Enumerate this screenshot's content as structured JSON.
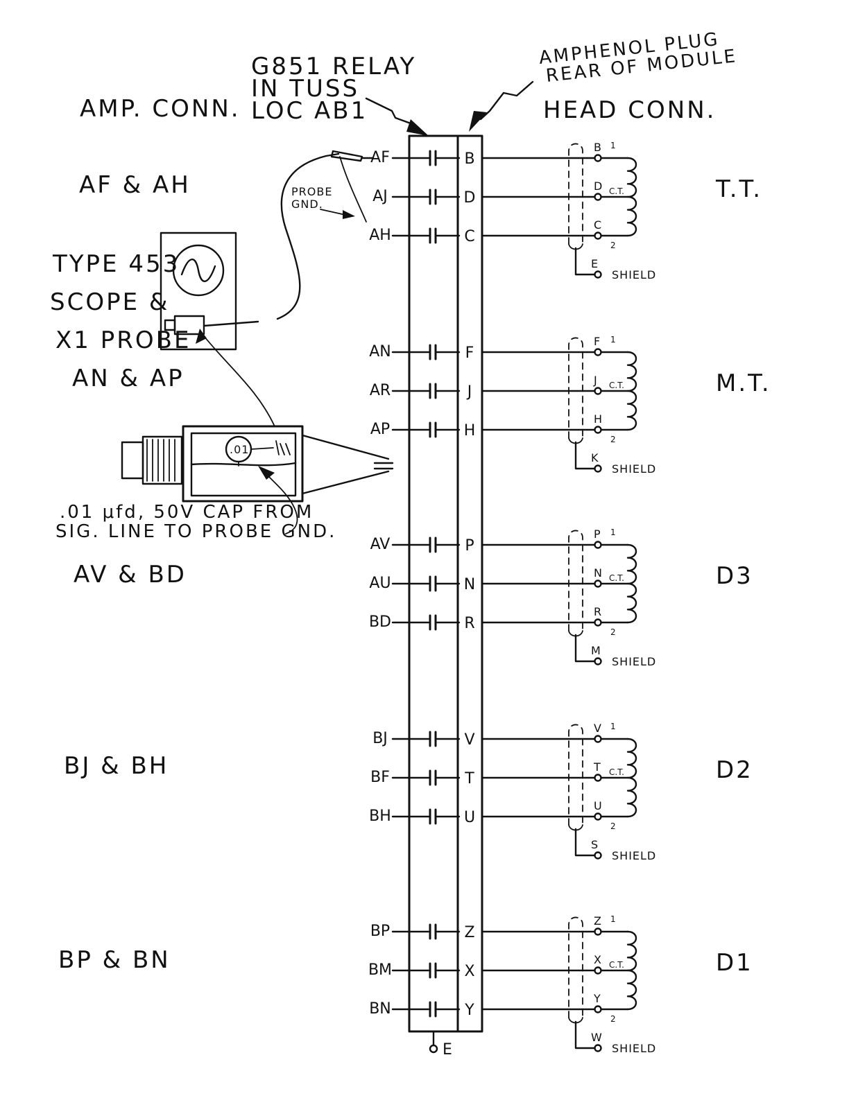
{
  "headers": {
    "amp_conn": "AMP. CONN.",
    "relay": [
      "G851 RELAY",
      "IN TUSS",
      "LOC AB1"
    ],
    "plug": [
      "AMPHENOL PLUG",
      "REAR OF MODULE"
    ],
    "head_conn": "HEAD CONN."
  },
  "scope": {
    "lines": [
      "TYPE 453",
      "SCOPE &",
      "X1 PROBE"
    ],
    "probe_gnd": [
      "PROBE",
      "GND."
    ]
  },
  "cap_note": {
    "lines": [
      ".01 μfd, 50V CAP FROM",
      "SIG. LINE TO PROBE GND."
    ],
    "label": ".01"
  },
  "groups": [
    {
      "amp_label": "AF & AH",
      "head_label": "T.T.",
      "shield_pin": "E",
      "shield_label": "SHIELD",
      "rows": [
        {
          "amp": "AF",
          "plug": "B",
          "head": "B",
          "tap": "1"
        },
        {
          "amp": "AJ",
          "plug": "D",
          "head": "D",
          "tap": "C.T."
        },
        {
          "amp": "AH",
          "plug": "C",
          "head": "C",
          "tap": "2"
        }
      ]
    },
    {
      "amp_label": "AN & AP",
      "head_label": "M.T.",
      "shield_pin": "K",
      "shield_label": "SHIELD",
      "rows": [
        {
          "amp": "AN",
          "plug": "F",
          "head": "F",
          "tap": "1"
        },
        {
          "amp": "AR",
          "plug": "J",
          "head": "J",
          "tap": "C.T."
        },
        {
          "amp": "AP",
          "plug": "H",
          "head": "H",
          "tap": "2"
        }
      ]
    },
    {
      "amp_label": "AV & BD",
      "head_label": "D3",
      "shield_pin": "M",
      "shield_label": "SHIELD",
      "rows": [
        {
          "amp": "AV",
          "plug": "P",
          "head": "P",
          "tap": "1"
        },
        {
          "amp": "AU",
          "plug": "N",
          "head": "N",
          "tap": "C.T."
        },
        {
          "amp": "BD",
          "plug": "R",
          "head": "R",
          "tap": "2"
        }
      ]
    },
    {
      "amp_label": "BJ & BH",
      "head_label": "D2",
      "shield_pin": "S",
      "shield_label": "SHIELD",
      "rows": [
        {
          "amp": "BJ",
          "plug": "V",
          "head": "V",
          "tap": "1"
        },
        {
          "amp": "BF",
          "plug": "T",
          "head": "T",
          "tap": "C.T."
        },
        {
          "amp": "BH",
          "plug": "U",
          "head": "U",
          "tap": "2"
        }
      ]
    },
    {
      "amp_label": "BP & BN",
      "head_label": "D1",
      "shield_pin": "W",
      "shield_label": "SHIELD",
      "rows": [
        {
          "amp": "BP",
          "plug": "Z",
          "head": "Z",
          "tap": "1"
        },
        {
          "amp": "BM",
          "plug": "X",
          "head": "X",
          "tap": "C.T."
        },
        {
          "amp": "BN",
          "plug": "Y",
          "head": "Y",
          "tap": "2"
        }
      ]
    }
  ],
  "ground_pin": "E"
}
